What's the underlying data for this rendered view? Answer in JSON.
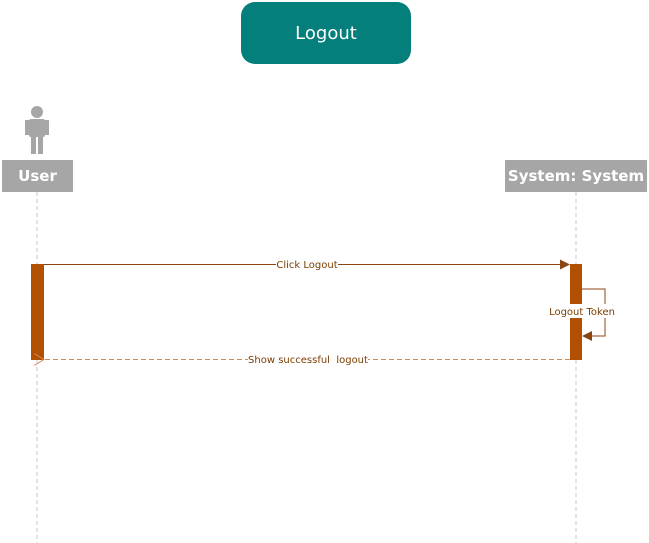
{
  "title": "Logout",
  "actors": {
    "user": {
      "label": "User"
    },
    "system": {
      "label": "System: System"
    }
  },
  "messages": [
    {
      "label": "Click Logout",
      "type": "sync"
    },
    {
      "label": "Logout Token",
      "type": "self"
    },
    {
      "label": "Show successful  logout",
      "type": "return"
    }
  ],
  "colors": {
    "title_bg": "#047f7b",
    "header_bg": "#a6a6a6",
    "activation": "#b05000",
    "arrow": "#8b4513",
    "lifeline": "#c8c8c8"
  }
}
